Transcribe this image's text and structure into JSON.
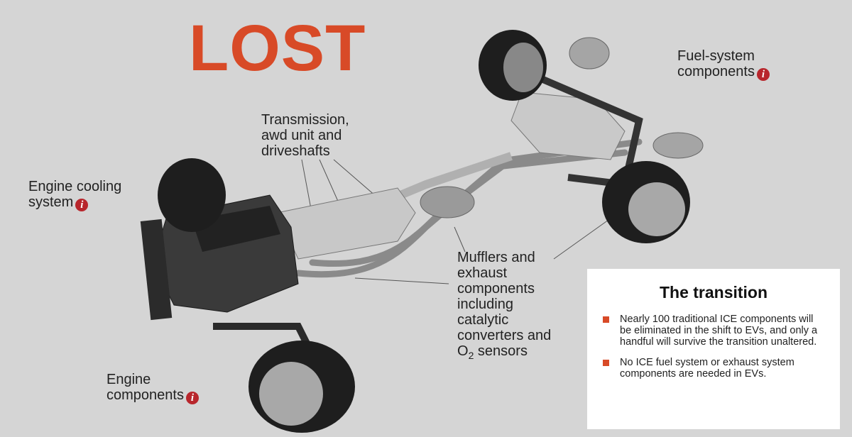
{
  "title": "LOST",
  "labels": {
    "fuel_system": {
      "line1": "Fuel-system",
      "line2": "components"
    },
    "transmission": {
      "line1": "Transmission,",
      "line2": "awd unit and",
      "line3": "driveshafts"
    },
    "engine_cooling": {
      "line1": "Engine cooling",
      "line2": "system"
    },
    "mufflers": {
      "line1": "Mufflers and",
      "line2": "exhaust",
      "line3": "components",
      "line4": "including",
      "line5": "catalytic",
      "line6": "converters and",
      "line7_main": "O",
      "line7_sub": "2",
      "line7_rest": " sensors"
    },
    "engine": {
      "line1": "Engine",
      "line2": "components"
    }
  },
  "info_icon": "i",
  "transition_box": {
    "heading": "The transition",
    "bullets": [
      "Nearly 100 traditional ICE components will be eliminated in the shift to EVs, and only a handful will survive the transition unaltered.",
      "No ICE fuel system or exhaust system components are needed in EVs."
    ]
  },
  "colors": {
    "accent": "#d84a27",
    "info": "#b8262c",
    "background": "#d5d5d5"
  }
}
